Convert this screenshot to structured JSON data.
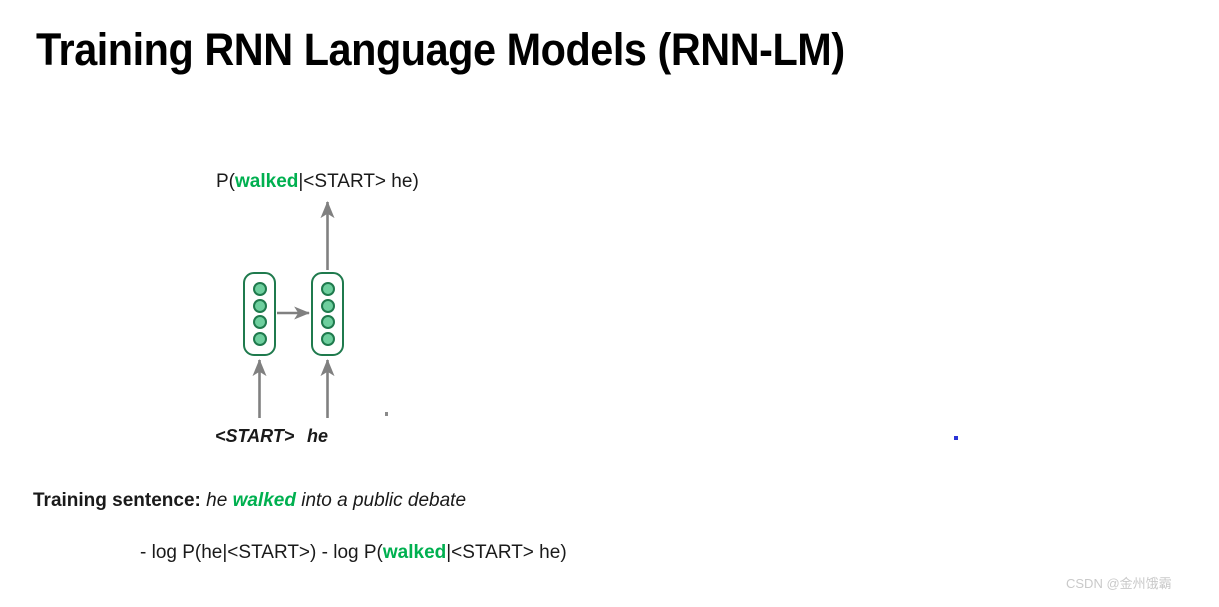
{
  "slide": {
    "title": "Training RNN Language Models (RNN-LM)",
    "background_color": "#ffffff"
  },
  "colors": {
    "accent_green": "#00b050",
    "node_fill": "#6ecf9e",
    "node_stroke": "#1f7a4d",
    "arrow_gray": "#808080",
    "text": "#1a1a1a",
    "watermark": "#c9c9c9"
  },
  "diagram": {
    "output_label": {
      "prefix": "P(",
      "highlight": "walked",
      "middle": "|<START> he",
      "suffix": ")"
    },
    "cells": [
      {
        "id": "rnn-cell-1",
        "neuron_count": 4
      },
      {
        "id": "rnn-cell-2",
        "neuron_count": 4
      }
    ],
    "input_tokens": [
      {
        "label": "<START>"
      },
      {
        "label": "he"
      }
    ],
    "arrows": {
      "recurrent": "horizontal-arrow-cell1-to-cell2",
      "output": "up-arrow-cell2-to-probability",
      "inputs": "up-arrow-token-to-cell"
    }
  },
  "training_sentence": {
    "lead": "Training sentence:",
    "part_1": " he ",
    "highlight": "walked",
    "part_2": " into a public debate"
  },
  "loss_formula": {
    "part_1": "- log P(he|<START>) - log P(",
    "highlight": "walked",
    "part_2": "|<START> he)"
  },
  "watermark": {
    "text": "CSDN @金州饿霸"
  }
}
